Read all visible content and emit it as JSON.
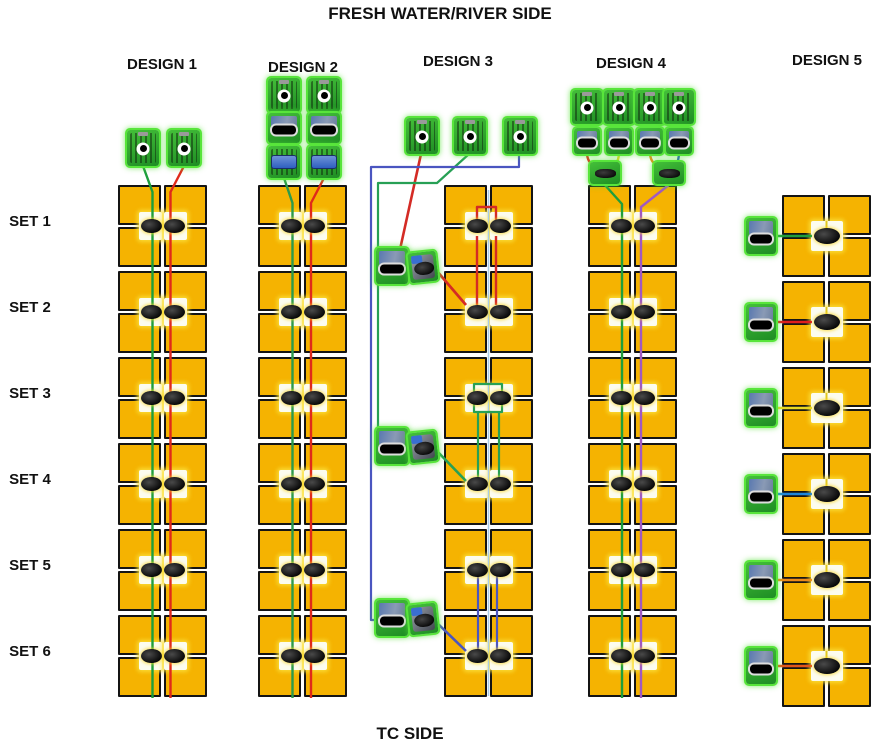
{
  "titles": {
    "top": "FRESH WATER/RIVER SIDE",
    "bottom": "TC SIDE"
  },
  "set_labels": [
    "SET 1",
    "SET 2",
    "SET 3",
    "SET 4",
    "SET 5",
    "SET 6"
  ],
  "structure": {
    "sets_per_design": 6,
    "rows_per_set": 2,
    "panels_per_row": 2
  },
  "colors": {
    "panel": "#F5B301",
    "panel_border": "#141414",
    "device_glow": "#58E53B",
    "connector_patch": "#FCFCEF"
  },
  "designs": [
    {
      "label": "DESIGN 1",
      "top_devices": [
        "pump",
        "pump"
      ],
      "wires": {
        "left_color": "#1D9E3C",
        "right_color": "#E02A1A"
      }
    },
    {
      "label": "DESIGN 2",
      "top_devices": [
        "pump",
        "flow-meter",
        "valve",
        "pump",
        "flow-meter",
        "valve"
      ],
      "wires": {
        "left_color": "#2B9A4C",
        "right_color": "#E02A1A",
        "left_stub_color": "#4A6FAE"
      }
    },
    {
      "label": "DESIGN 3",
      "top_devices": [
        "pump",
        "pump",
        "pump"
      ],
      "side_units": [
        "flow-meter+pump",
        "flow-meter+pump",
        "flow-meter+pump"
      ],
      "wires": {
        "group1_color": "#D42B25",
        "group2_color": "#27A055",
        "group3_color": "#4A55C0",
        "center_line_color": "#A8CCE8"
      }
    },
    {
      "label": "DESIGN 4",
      "top_devices": [
        "pump",
        "pump",
        "pump",
        "pump"
      ],
      "mid_devices": [
        "flow-meter",
        "flow-meter",
        "flow-meter",
        "flow-meter"
      ],
      "manifolds": [
        "y-connector",
        "y-connector"
      ],
      "wires": {
        "branch_colors": [
          "#E03020",
          "#E8D824",
          "#EC8C1A",
          "#2255CC"
        ],
        "left_color": "#1F9E3C",
        "right_color": "#A05AC0"
      }
    },
    {
      "label": "DESIGN 5",
      "side_devices": [
        "flow-meter",
        "flow-meter",
        "flow-meter",
        "flow-meter",
        "flow-meter",
        "flow-meter"
      ],
      "wires": {
        "set_colors": [
          "#1F9E3C",
          "#E01E1E",
          "#E8D822",
          "#1F86D8",
          "#EC8C1A",
          "#E2561A"
        ],
        "antenna_color": "#E2C81E"
      }
    }
  ]
}
